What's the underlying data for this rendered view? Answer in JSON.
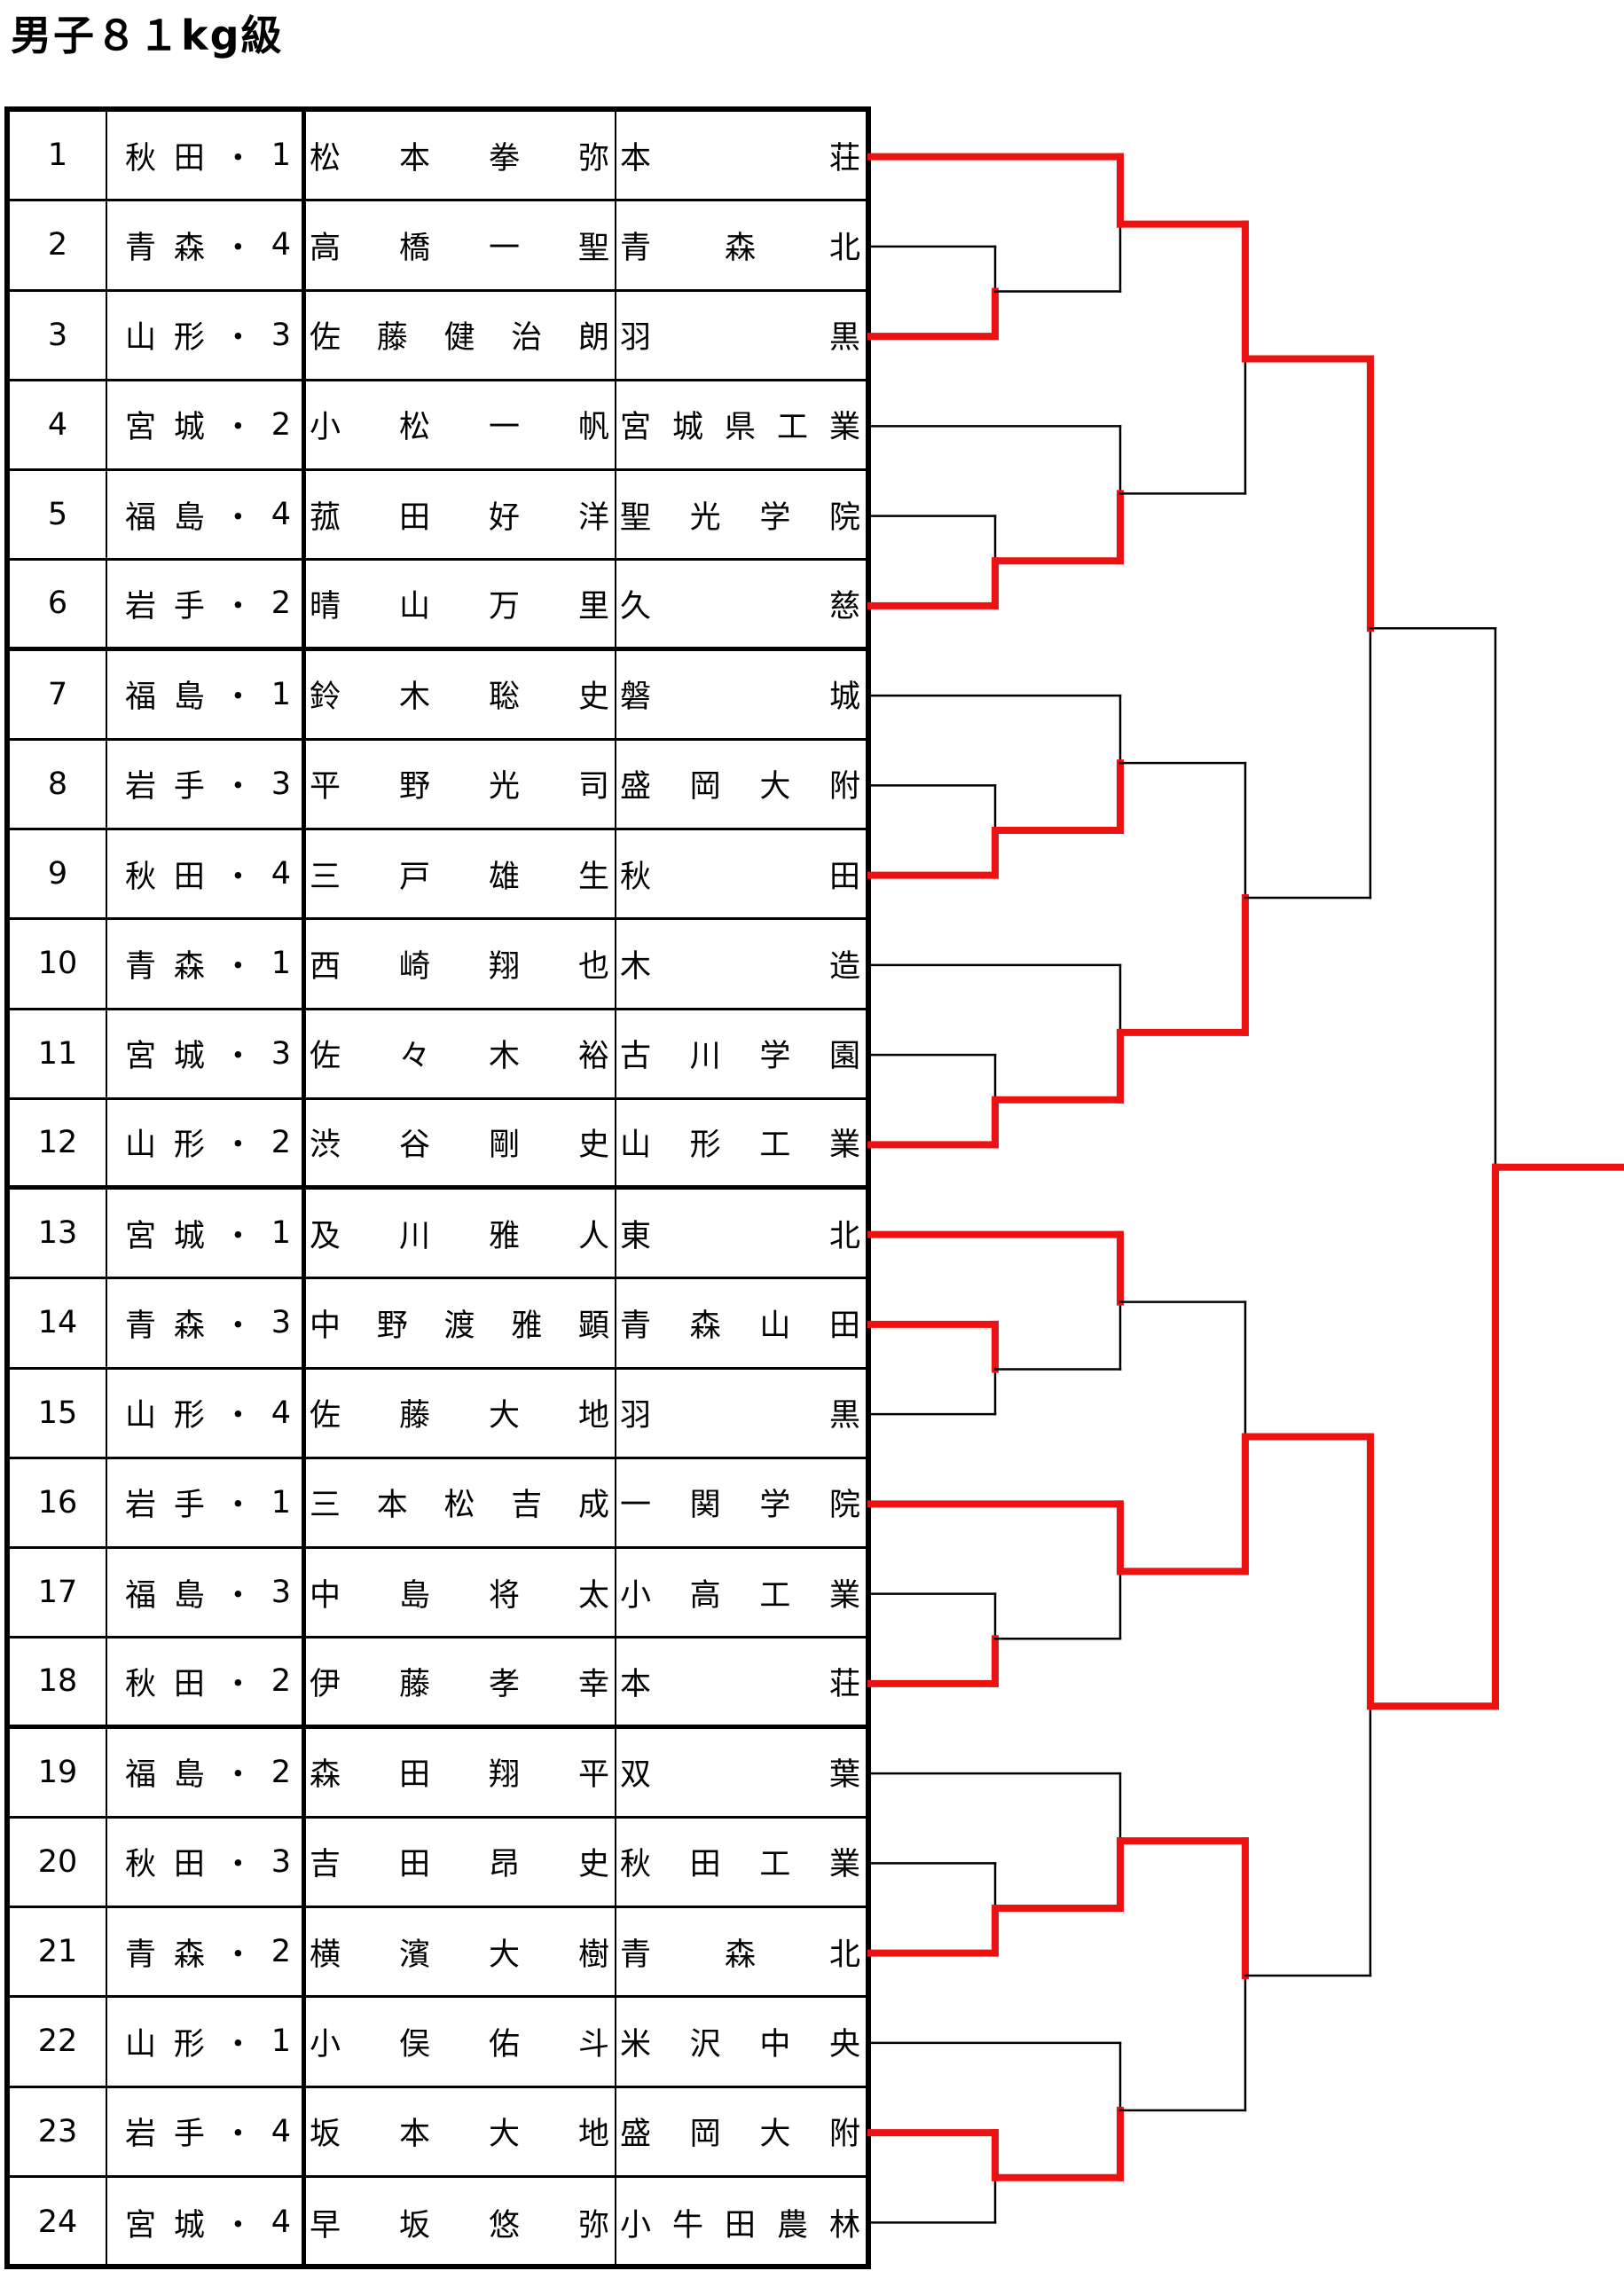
{
  "title": "男子８１kg級",
  "colors": {
    "line": "#000000",
    "winner_line": "#ee1111"
  },
  "entries": [
    {
      "no": "1",
      "seed": "秋田・1",
      "name": "松本拳弥",
      "school": "本荘"
    },
    {
      "no": "2",
      "seed": "青森・4",
      "name": "高橋一聖",
      "school": "青森北"
    },
    {
      "no": "3",
      "seed": "山形・3",
      "name": "佐藤健治朗",
      "school": "羽黒"
    },
    {
      "no": "4",
      "seed": "宮城・2",
      "name": "小松一帆",
      "school": "宮城県工業"
    },
    {
      "no": "5",
      "seed": "福島・4",
      "name": "菰田好洋",
      "school": "聖光学院"
    },
    {
      "no": "6",
      "seed": "岩手・2",
      "name": "晴山万里",
      "school": "久慈"
    },
    {
      "no": "7",
      "seed": "福島・1",
      "name": "鈴木聡史",
      "school": "磐城"
    },
    {
      "no": "8",
      "seed": "岩手・3",
      "name": "平野光司",
      "school": "盛岡大附"
    },
    {
      "no": "9",
      "seed": "秋田・4",
      "name": "三戸雄生",
      "school": "秋田"
    },
    {
      "no": "10",
      "seed": "青森・1",
      "name": "西崎翔也",
      "school": "木造"
    },
    {
      "no": "11",
      "seed": "宮城・3",
      "name": "佐々木裕",
      "school": "古川学園"
    },
    {
      "no": "12",
      "seed": "山形・2",
      "name": "渋谷剛史",
      "school": "山形工業"
    },
    {
      "no": "13",
      "seed": "宮城・1",
      "name": "及川雅人",
      "school": "東北"
    },
    {
      "no": "14",
      "seed": "青森・3",
      "name": "中野渡雅顕",
      "school": "青森山田"
    },
    {
      "no": "15",
      "seed": "山形・4",
      "name": "佐藤大地",
      "school": "羽黒"
    },
    {
      "no": "16",
      "seed": "岩手・1",
      "name": "三本松吉成",
      "school": "一関学院"
    },
    {
      "no": "17",
      "seed": "福島・3",
      "name": "中島将太",
      "school": "小高工業"
    },
    {
      "no": "18",
      "seed": "秋田・2",
      "name": "伊藤孝幸",
      "school": "本荘"
    },
    {
      "no": "19",
      "seed": "福島・2",
      "name": "森田翔平",
      "school": "双葉"
    },
    {
      "no": "20",
      "seed": "秋田・3",
      "name": "吉田昂史",
      "school": "秋田工業"
    },
    {
      "no": "21",
      "seed": "青森・2",
      "name": "横濱大樹",
      "school": "青森北"
    },
    {
      "no": "22",
      "seed": "山形・1",
      "name": "小俣佑斗",
      "school": "米沢中央"
    },
    {
      "no": "23",
      "seed": "岩手・4",
      "name": "坂本大地",
      "school": "盛岡大附"
    },
    {
      "no": "24",
      "seed": "宮城・4",
      "name": "早坂悠弥",
      "school": "小牛田農林"
    }
  ],
  "bracket": {
    "round1": [
      {
        "entries": [
          2,
          3
        ],
        "winner": 3
      },
      {
        "entries": [
          5,
          6
        ],
        "winner": 6
      },
      {
        "entries": [
          8,
          9
        ],
        "winner": 9
      },
      {
        "entries": [
          11,
          12
        ],
        "winner": 12
      },
      {
        "entries": [
          14,
          15
        ],
        "winner": 14
      },
      {
        "entries": [
          17,
          18
        ],
        "winner": 18
      },
      {
        "entries": [
          20,
          21
        ],
        "winner": 21
      },
      {
        "entries": [
          23,
          24
        ],
        "winner": 23
      }
    ],
    "round2": [
      {
        "top": "entry:1",
        "bottom": "r1:0",
        "winner": "top"
      },
      {
        "top": "entry:4",
        "bottom": "r1:1",
        "winner": "bottom"
      },
      {
        "top": "entry:7",
        "bottom": "r1:2",
        "winner": "bottom"
      },
      {
        "top": "entry:10",
        "bottom": "r1:3",
        "winner": "bottom"
      },
      {
        "top": "entry:13",
        "bottom": "r1:4",
        "winner": "top"
      },
      {
        "top": "entry:16",
        "bottom": "r1:5",
        "winner": "top"
      },
      {
        "top": "entry:19",
        "bottom": "r1:6",
        "winner": "bottom"
      },
      {
        "top": "entry:22",
        "bottom": "r1:7",
        "winner": "bottom"
      }
    ],
    "round3": [
      {
        "top": "r2:0",
        "bottom": "r2:1",
        "winner": "top"
      },
      {
        "top": "r2:2",
        "bottom": "r2:3",
        "winner": "bottom"
      },
      {
        "top": "r2:4",
        "bottom": "r2:5",
        "winner": "bottom"
      },
      {
        "top": "r2:6",
        "bottom": "r2:7",
        "winner": "top"
      }
    ],
    "round4": [
      {
        "top": "r3:0",
        "bottom": "r3:1",
        "winner": "top"
      },
      {
        "top": "r3:2",
        "bottom": "r3:3",
        "winner": "top"
      }
    ],
    "final": {
      "top": "r4:0",
      "bottom": "r4:1",
      "winner": "bottom"
    }
  }
}
